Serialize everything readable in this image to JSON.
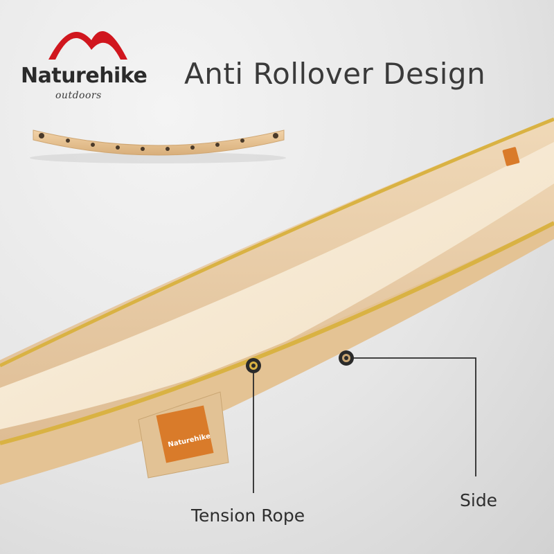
{
  "brand": {
    "name": "Naturehike",
    "tagline": "outdoors",
    "arc_color": "#d0161e"
  },
  "title": "Anti Rollover Design",
  "callouts": {
    "tension_rope": "Tension Rope",
    "side": "Side"
  },
  "pouch_brand": "Naturehike",
  "colors": {
    "fabric": "#e8c8a0",
    "fabric_inner": "#f5e6cc",
    "gold_rope": "#d9b243",
    "spreader_wood": "#e8c597",
    "tag": "#d97b2a",
    "callout_line": "#2a2a2a"
  },
  "icons": {
    "callout_markers": "marker-dot-icon"
  }
}
